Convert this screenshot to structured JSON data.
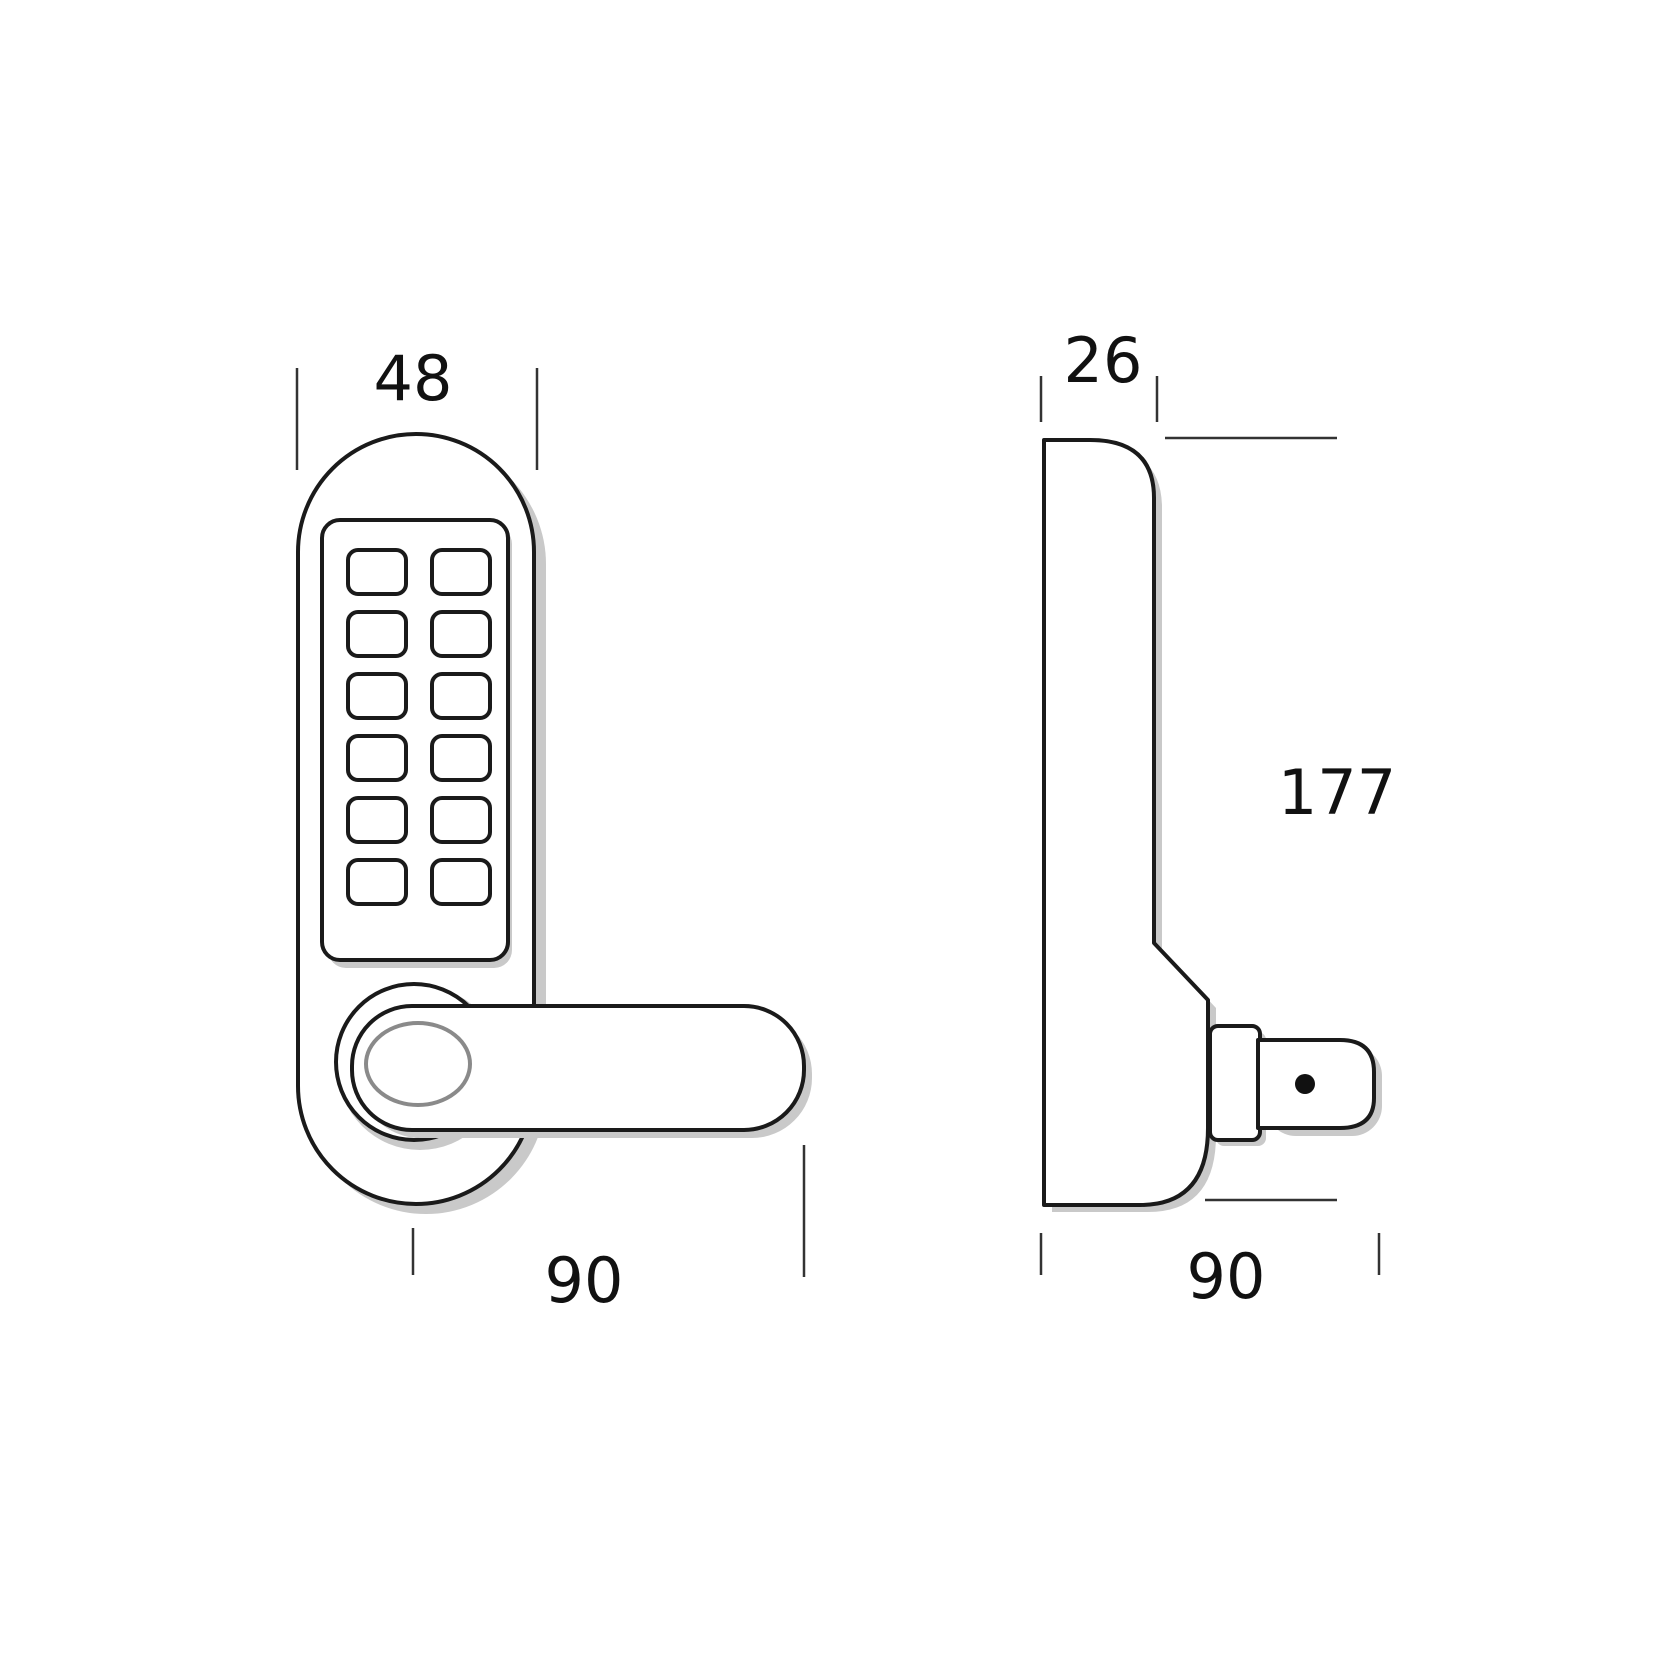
{
  "front_view": {
    "width_label": "48",
    "lever_length_label": "90",
    "keypad": {
      "columns": 2,
      "rows": 6,
      "key_count": 12
    }
  },
  "side_view": {
    "depth_label": "26",
    "height_label": "177",
    "projection_label": "90"
  },
  "colors": {
    "stroke": "#1a1a1a",
    "shadow": "#c9c9c9",
    "background": "#ffffff"
  }
}
